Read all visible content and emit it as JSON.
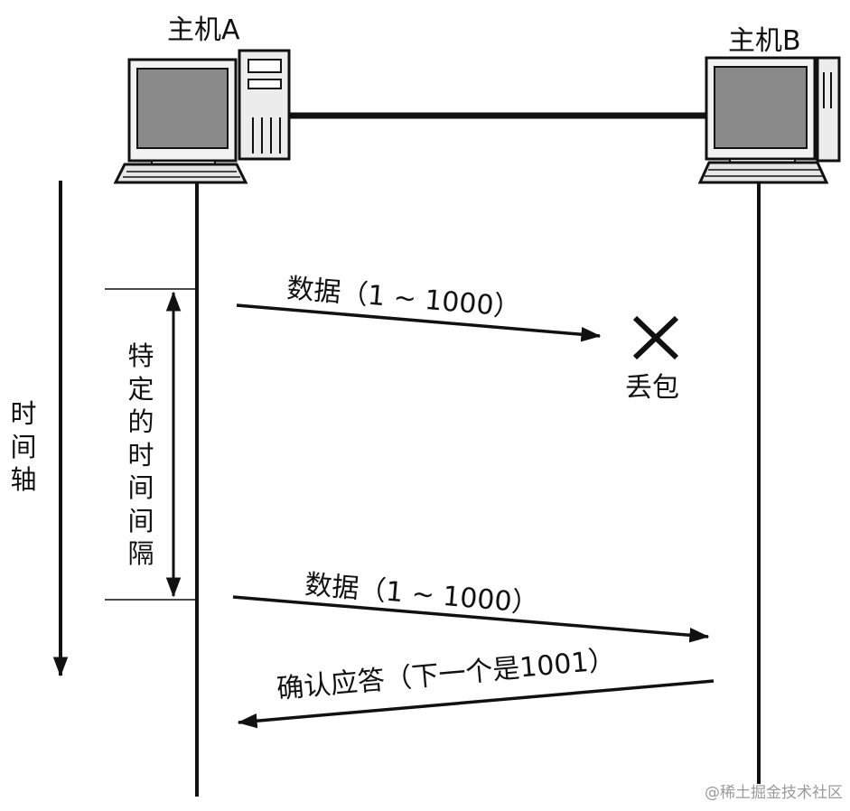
{
  "host_a": {
    "label": "主机A",
    "icon": "desktop-computer-icon"
  },
  "host_b": {
    "label": "主机B",
    "icon": "desktop-computer-icon"
  },
  "time_axis_label": "时间轴",
  "interval_label": "特定的时间间隔",
  "messages": {
    "first_send": "数据（1 ~ 1000）",
    "loss_mark": "丢包",
    "retransmit": "数据（1 ~ 1000）",
    "ack": "确认应答（下一个是1001）"
  },
  "watermark": "@稀土掘金技术社区",
  "colors": {
    "ink": "#111111",
    "screen": "#8a8a8a",
    "case": "#e2e2e2"
  }
}
